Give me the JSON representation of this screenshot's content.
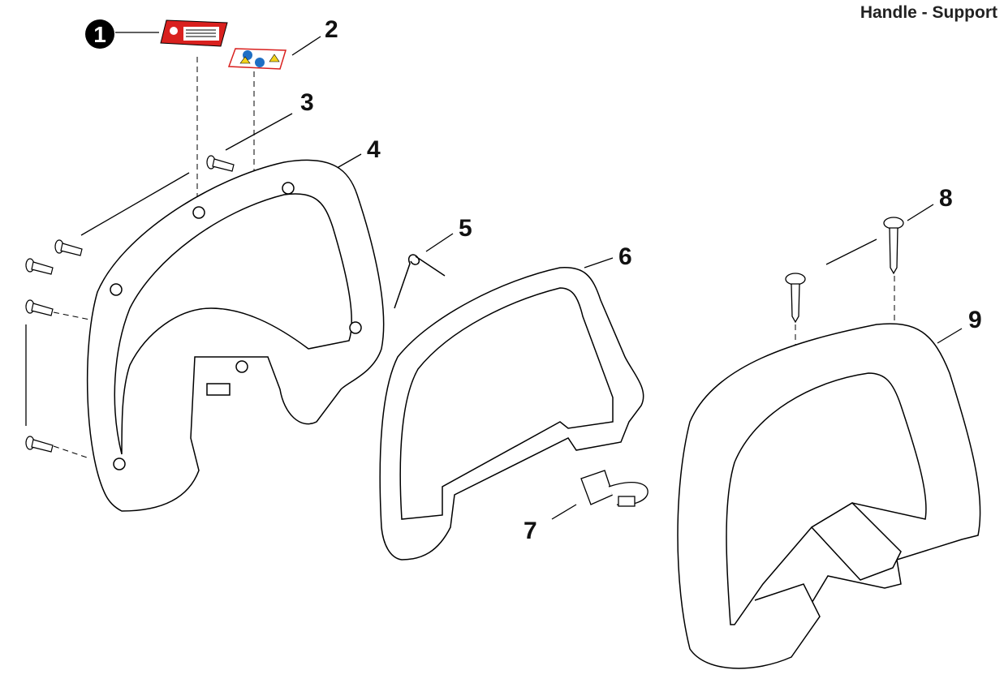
{
  "title": "Handle - Support",
  "callouts": [
    "1",
    "2",
    "3",
    "4",
    "5",
    "6",
    "7",
    "8",
    "9"
  ],
  "colors": {
    "label_red": "#d9211f",
    "label_blue": "#1f6fc4",
    "label_yellow": "#f3d21b",
    "line": "#000000"
  }
}
